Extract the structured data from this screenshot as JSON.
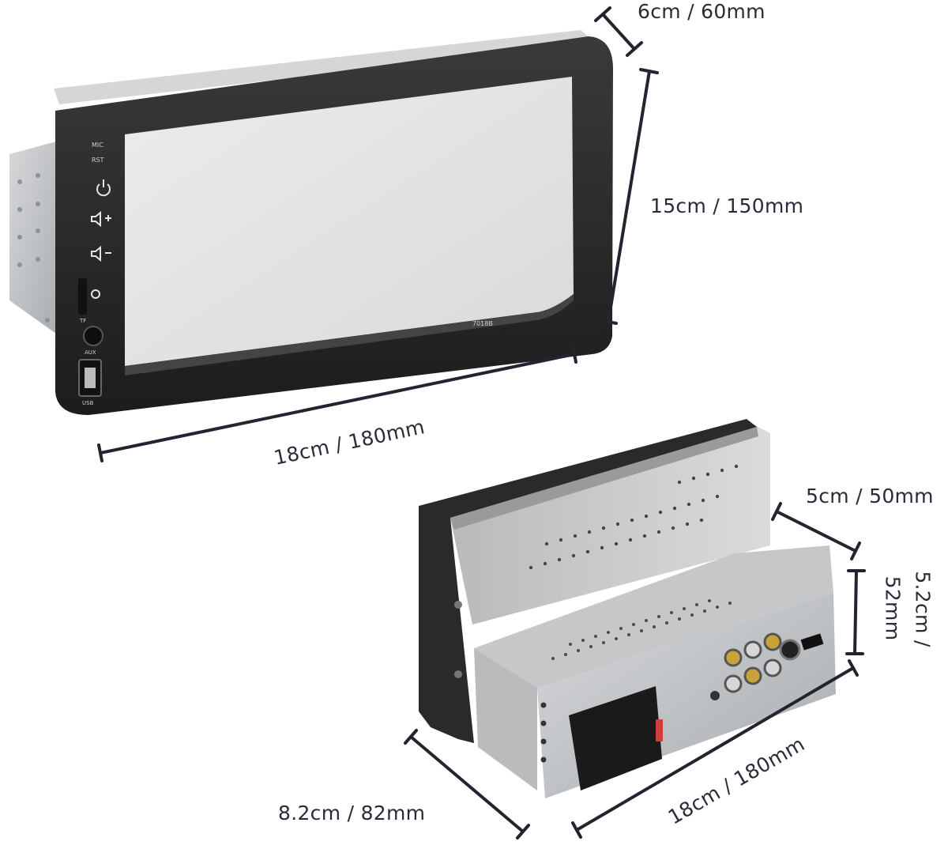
{
  "dimensions": {
    "front_depth": "6cm / 60mm",
    "front_height": "15cm / 150mm",
    "front_width": "18cm / 180mm",
    "back_depth": "5cm / 50mm",
    "back_height_line1": "5.2cm /",
    "back_height_line2": "52mm",
    "back_side": "8.2cm / 82mm",
    "back_width": "18cm / 180mm"
  },
  "front_panel": {
    "mic_label": "MIC",
    "rst_label": "RST",
    "tf_label": "TF",
    "aux_label": "AUX",
    "usb_label": "USB",
    "model_label": "7018B"
  },
  "colors": {
    "bezel": "#2b2b2b",
    "screen": "#e3e3e5",
    "chassis": "#c8cacc",
    "dimension_line": "#23242f"
  }
}
